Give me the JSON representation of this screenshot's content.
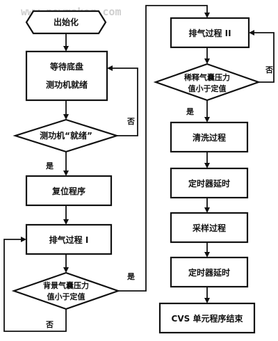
{
  "watermark": "www.newmaker.com",
  "nodes": {
    "start": "出始化",
    "wait_line1": "等待底盘",
    "wait_line2": "测功机就绪",
    "ready_decision": "测功机“就绪”",
    "reset": "复位程序",
    "exhaust1": "排气过程 I",
    "bg_decision_line1": "背景气囊压力",
    "bg_decision_line2": "值小于定值",
    "exhaust2": "排气过程 II",
    "dilute_decision_line1": "稀释气囊压力",
    "dilute_decision_line2": "值小于定值",
    "clean": "清洗过程",
    "timer1": "定时器延时",
    "sample": "采样过程",
    "timer2": "定时器延时",
    "end": "CVS 单元程序结束"
  },
  "branch_labels": {
    "ready_no": "否",
    "ready_yes": "是",
    "bg_yes": "是",
    "bg_no": "否",
    "dilute_no": "否",
    "dilute_yes": "是"
  }
}
